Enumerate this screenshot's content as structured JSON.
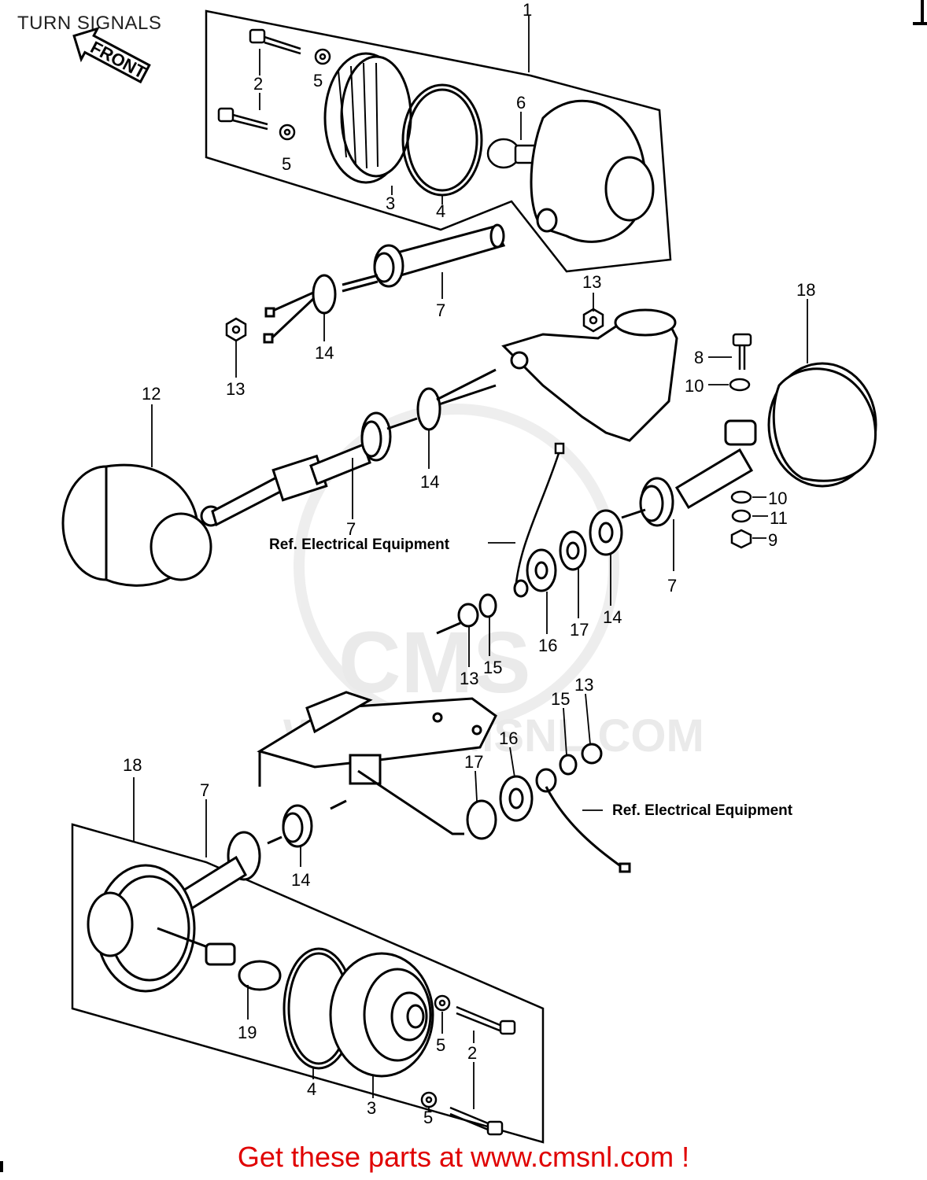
{
  "header": {
    "title": "TURN SIGNALS"
  },
  "footer": {
    "text": "Get these parts at www.cmsnl.com !"
  },
  "front_arrow": {
    "label": "FRONT"
  },
  "watermark": {
    "line1": "CMS",
    "line2": "WWW.CMSNL.COM"
  },
  "references": {
    "electrical_1": "Ref.  Electrical Equipment",
    "electrical_2": "Ref.  Electrical Equipment"
  },
  "callouts": [
    "1",
    "2",
    "5",
    "5",
    "3",
    "4",
    "6",
    "7",
    "13",
    "14",
    "13",
    "18",
    "8",
    "10",
    "12",
    "7",
    "14",
    "10",
    "11",
    "9",
    "7",
    "14",
    "17",
    "16",
    "13",
    "15",
    "13",
    "15",
    "16",
    "17",
    "18",
    "7",
    "14",
    "19",
    "4",
    "3",
    "5",
    "2",
    "5"
  ]
}
